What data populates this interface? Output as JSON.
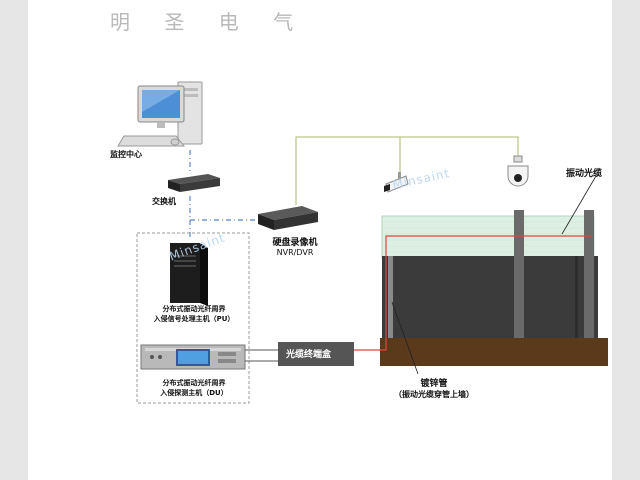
{
  "brand": {
    "title": "明 圣 电 气"
  },
  "watermark": "Minsaint",
  "nodes": {
    "monitor_center": "监控中心",
    "switch": "交换机",
    "nvr": {
      "name": "硬盘录像机",
      "sub": "NVR/DVR"
    },
    "pu": {
      "line1": "分布式振动光纤周界",
      "line2": "入侵信号处理主机（PU）"
    },
    "du": {
      "line1": "分布式振动光纤周界",
      "line2": "入侵探测主机（DU）"
    },
    "terminal_box": "光缆终端盒",
    "vibration_cable": "振动光缆",
    "galvanized_pipe": {
      "line1": "镀锌管",
      "line2": "（振动光缆穿管上墙）"
    }
  },
  "colors": {
    "cable_red": "#e8413f",
    "camera_line": "#a8b86a",
    "network_dash": "#5b87c5",
    "fence_green": "#dcefe2",
    "wall_dark": "#3b3b3b",
    "ground_brown": "#5a3a1a",
    "terminal_box_bg": "#555555"
  }
}
